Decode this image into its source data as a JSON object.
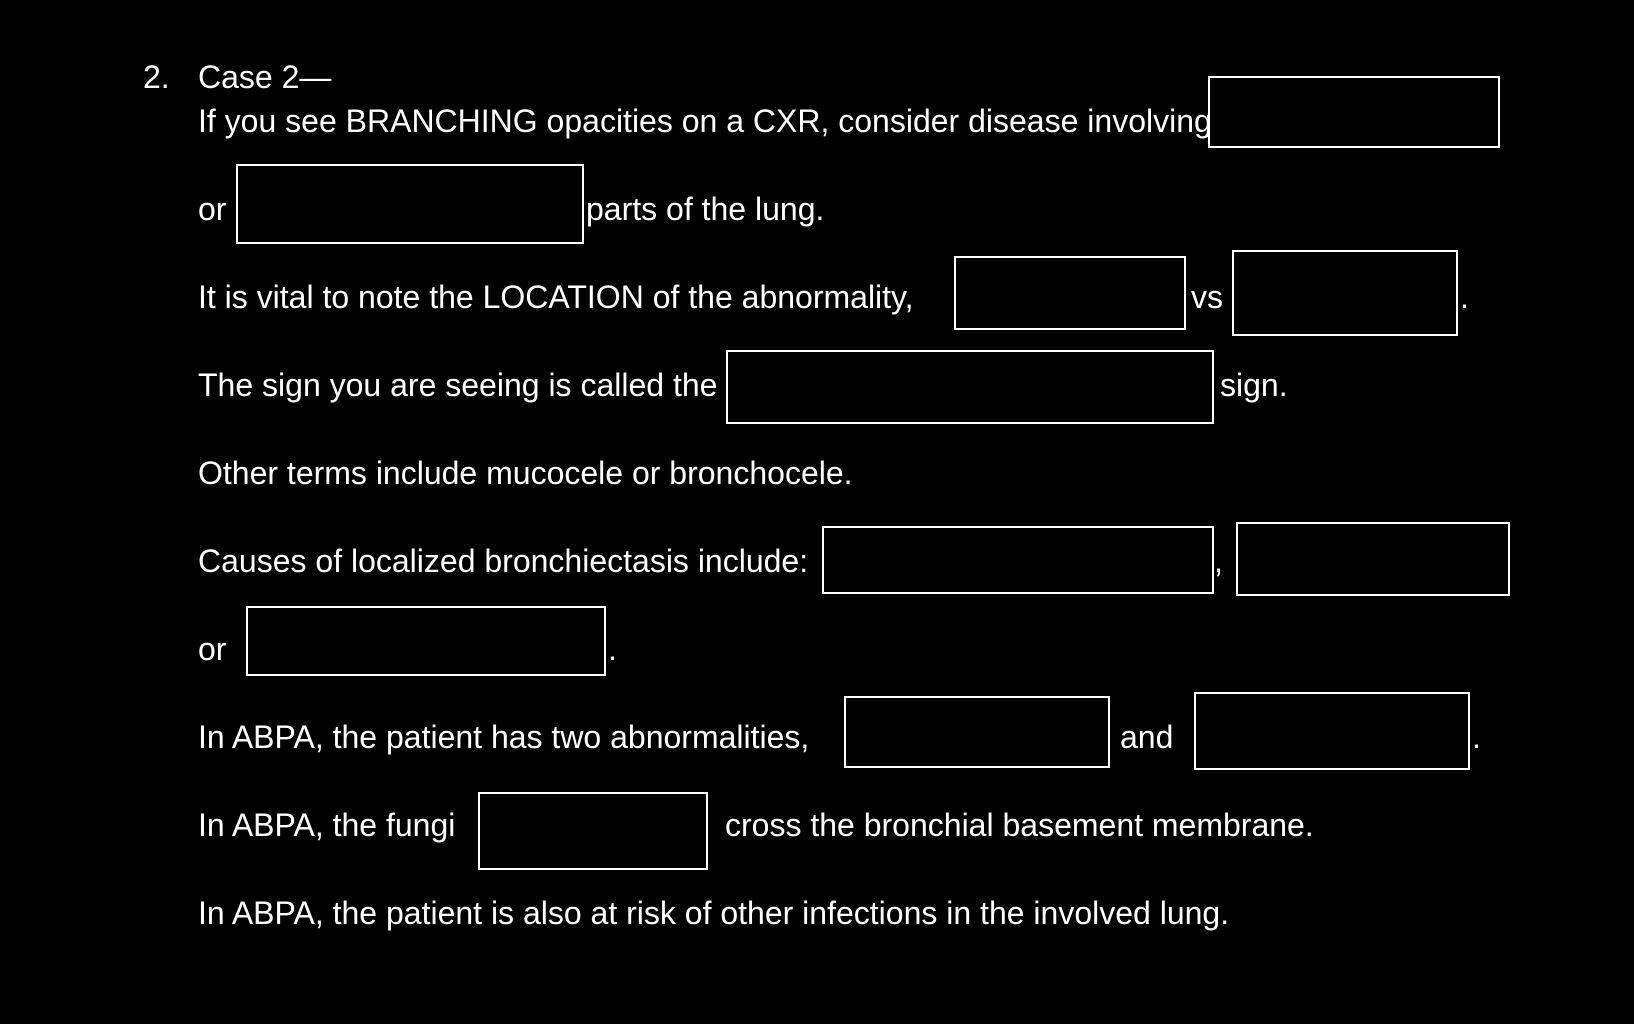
{
  "question": {
    "number": "2.",
    "heading": "Case 2—",
    "line1": "If you see BRANCHING opacities on a CXR, consider disease involving",
    "line2_prefix": "or",
    "line2_suffix": "parts of the lung.",
    "line3": "It is vital to note the LOCATION of the abnormality,",
    "line3_vs": "vs",
    "line3_end": ".",
    "line4": "The sign you are seeing is called the",
    "line4_end": "sign.",
    "line5": "Other terms include mucocele or bronchocele.",
    "line6": "Causes of localized bronchiectasis include:",
    "line6_sep": ",",
    "line7_prefix": "or",
    "line7_end": ".",
    "line8": "In ABPA, the patient has two abnormalities,",
    "line8_and": "and",
    "line8_end": ".",
    "line9": "In ABPA, the fungi",
    "line9_end": "cross the bronchial basement membrane.",
    "line10": "In ABPA, the patient is also at risk of other infections in the involved lung."
  },
  "blanks": {
    "b1": "",
    "b2": "",
    "b3": "",
    "b4": "",
    "b5": "",
    "b6": "",
    "b7": "",
    "b8": "",
    "b9": "",
    "b10": "",
    "b11": ""
  }
}
